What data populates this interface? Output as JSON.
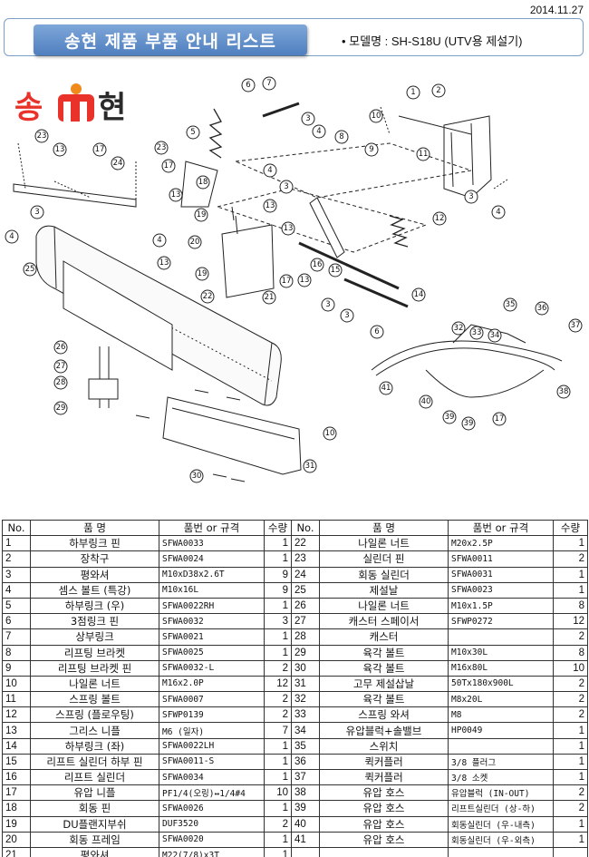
{
  "header": {
    "date": "2014.11.27",
    "title": "송현 제품 부품 안내 리스트",
    "model_line": "• 모델명 : SH-S18U (UTV용 제설기)"
  },
  "logo": {
    "text_left": "송",
    "text_mid": "m",
    "text_right": "현"
  },
  "diagram": {
    "callouts": [
      "1",
      "2",
      "3",
      "4",
      "5",
      "6",
      "7",
      "8",
      "9",
      "10",
      "11",
      "12",
      "13",
      "14",
      "15",
      "16",
      "17",
      "18",
      "19",
      "20",
      "21",
      "22",
      "23",
      "24",
      "25",
      "26",
      "27",
      "28",
      "29",
      "30",
      "31",
      "32",
      "33",
      "34",
      "35",
      "36",
      "37",
      "38",
      "39",
      "40",
      "41"
    ]
  },
  "table": {
    "headers": [
      "No.",
      "품  명",
      "품번 or 규격",
      "수량",
      "No.",
      "품  명",
      "품번 or 규격",
      "수량"
    ],
    "rows": [
      {
        "l": {
          "no": "1",
          "name": "하부링크 핀",
          "code": "SFWA0033",
          "qty": "1"
        },
        "r": {
          "no": "22",
          "name": "나일론 너트",
          "code": "M20x2.5P",
          "qty": "1"
        }
      },
      {
        "l": {
          "no": "2",
          "name": "장착구",
          "code": "SFWA0024",
          "qty": "1"
        },
        "r": {
          "no": "23",
          "name": "실린더 핀",
          "code": "SFWA0011",
          "qty": "2"
        }
      },
      {
        "l": {
          "no": "3",
          "name": "평와셔",
          "code": "M10xD38x2.6T",
          "qty": "9"
        },
        "r": {
          "no": "24",
          "name": "회동 실린더",
          "code": "SFWA0031",
          "qty": "1"
        }
      },
      {
        "l": {
          "no": "4",
          "name": "셈스 볼트 (특강)",
          "code": "M10x16L",
          "qty": "9"
        },
        "r": {
          "no": "25",
          "name": "제설날",
          "code": "SFWA0023",
          "qty": "1"
        }
      },
      {
        "l": {
          "no": "5",
          "name": "하부링크 (우)",
          "code": "SFWA0022RH",
          "qty": "1"
        },
        "r": {
          "no": "26",
          "name": "나일론 너트",
          "code": "M10x1.5P",
          "qty": "8"
        }
      },
      {
        "l": {
          "no": "6",
          "name": "3점링크 핀",
          "code": "SFWA0032",
          "qty": "3"
        },
        "r": {
          "no": "27",
          "name": "캐스터 스페이서",
          "code": "SFWP0272",
          "qty": "12"
        }
      },
      {
        "l": {
          "no": "7",
          "name": "상부링크",
          "code": "SFWA0021",
          "qty": "1"
        },
        "r": {
          "no": "28",
          "name": "캐스터",
          "code": "",
          "qty": "2"
        }
      },
      {
        "l": {
          "no": "8",
          "name": "리프팅 브라켓",
          "code": "SFWA0025",
          "qty": "1"
        },
        "r": {
          "no": "29",
          "name": "육각 볼트",
          "code": "M10x30L",
          "qty": "8"
        }
      },
      {
        "l": {
          "no": "9",
          "name": "리프팅 브라켓 핀",
          "code": "SFWA0032-L",
          "qty": "2"
        },
        "r": {
          "no": "30",
          "name": "육각 볼트",
          "code": "M16x80L",
          "qty": "10"
        }
      },
      {
        "l": {
          "no": "10",
          "name": "나일론 너트",
          "code": "M16x2.0P",
          "qty": "12"
        },
        "r": {
          "no": "31",
          "name": "고무 제설삽날",
          "code": "50Tx180x900L",
          "qty": "2"
        }
      },
      {
        "l": {
          "no": "11",
          "name": "스프링 볼트",
          "code": "SFWA0007",
          "qty": "2"
        },
        "r": {
          "no": "32",
          "name": "육각 볼트",
          "code": "M8x20L",
          "qty": "2"
        }
      },
      {
        "l": {
          "no": "12",
          "name": "스프링 (플로우팅)",
          "code": "SFWP0139",
          "qty": "2"
        },
        "r": {
          "no": "33",
          "name": "스프링 와셔",
          "code": "M8",
          "qty": "2"
        }
      },
      {
        "l": {
          "no": "13",
          "name": "그리스 니플",
          "code": "M6 (일자)",
          "qty": "7"
        },
        "r": {
          "no": "34",
          "name": "유압블럭+솔밸브",
          "code": "HP0049",
          "qty": "1"
        }
      },
      {
        "l": {
          "no": "14",
          "name": "하부링크 (좌)",
          "code": "SFWA0022LH",
          "qty": "1"
        },
        "r": {
          "no": "35",
          "name": "스위치",
          "code": "",
          "qty": "1"
        }
      },
      {
        "l": {
          "no": "15",
          "name": "리프트 실린더 하부 핀",
          "code": "SFWA0011-S",
          "qty": "1"
        },
        "r": {
          "no": "36",
          "name": "퀵커플러",
          "code": "3/8 플러그",
          "qty": "1"
        }
      },
      {
        "l": {
          "no": "16",
          "name": "리프트 실린더",
          "code": "SFWA0034",
          "qty": "1"
        },
        "r": {
          "no": "37",
          "name": "퀵커플러",
          "code": "3/8 소켓",
          "qty": "1"
        }
      },
      {
        "l": {
          "no": "17",
          "name": "유압 니플",
          "code": "PF1/4(오링)↔1/4#4",
          "qty": "10"
        },
        "r": {
          "no": "38",
          "name": "유압 호스",
          "code": "유압블럭 (IN-OUT)",
          "qty": "2"
        }
      },
      {
        "l": {
          "no": "18",
          "name": "회동 핀",
          "code": "SFWA0026",
          "qty": "1"
        },
        "r": {
          "no": "39",
          "name": "유압 호스",
          "code": "리프트실린더 (상-하)",
          "qty": "2"
        }
      },
      {
        "l": {
          "no": "19",
          "name": "DU플랜지부쉬",
          "code": "DUF3520",
          "qty": "2"
        },
        "r": {
          "no": "40",
          "name": "유압 호스",
          "code": "회동실린더 (우-내측)",
          "qty": "1"
        }
      },
      {
        "l": {
          "no": "20",
          "name": "회동 프레임",
          "code": "SFWA0020",
          "qty": "1"
        },
        "r": {
          "no": "41",
          "name": "유압 호스",
          "code": "회동실린더 (우-외측)",
          "qty": "1"
        }
      },
      {
        "l": {
          "no": "21",
          "name": "평와셔",
          "code": "M22(7/8)x3T",
          "qty": "1"
        },
        "r": {
          "no": "",
          "name": "",
          "code": "",
          "qty": ""
        }
      }
    ]
  },
  "colors": {
    "title_tab": "#5b8ac8",
    "logo_red": "#e8322a",
    "logo_orange": "#f08a1c",
    "logo_dark": "#2a2a2a"
  }
}
